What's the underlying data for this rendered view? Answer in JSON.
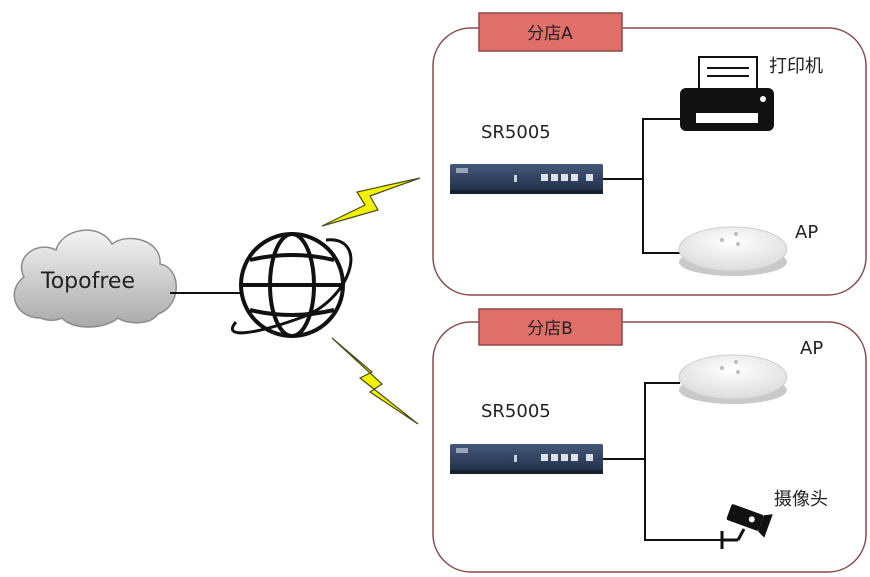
{
  "cloud": {
    "label": "Topofree"
  },
  "branches": [
    {
      "tab_label": "分店A",
      "router_label": "SR5005",
      "devices": [
        {
          "label": "打印机",
          "icon": "printer-icon"
        },
        {
          "label": "AP",
          "icon": "access-point-icon"
        }
      ]
    },
    {
      "tab_label": "分店B",
      "router_label": "SR5005",
      "devices": [
        {
          "label": "AP",
          "icon": "access-point-icon"
        },
        {
          "label": "摄像头",
          "icon": "camera-icon"
        }
      ]
    }
  ],
  "colors": {
    "branch_border": "#8a4a4a",
    "tab_fill": "#e06f6a",
    "lightning": "#f2f200",
    "router": "#2e3f58"
  }
}
